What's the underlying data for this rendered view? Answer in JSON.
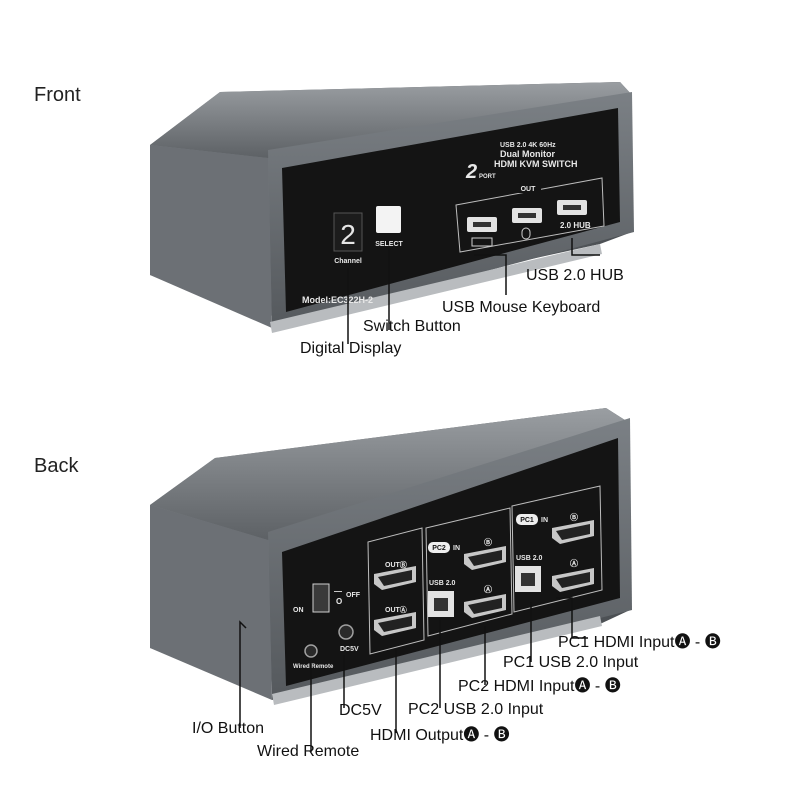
{
  "sections": {
    "front_title": "Front",
    "back_title": "Back"
  },
  "front_panel": {
    "brand_line1": "USB 2.0 4K 60Hz",
    "brand_line2": "Dual Monitor",
    "brand_line3": "HDMI KVM SWITCH",
    "port_badge": "2",
    "port_word": "PORT",
    "out_label": "OUT",
    "digit": "2",
    "channel_label": "Channel",
    "select_label": "SELECT",
    "hub_label": "2.0 HUB",
    "model": "Model:EC322H-2"
  },
  "back_panel": {
    "pc2_badge": "PC2",
    "pc1_badge": "PC1",
    "in_label": "IN",
    "usb_label": "USB 2.0",
    "out_b": "OUTⒷ",
    "out_a": "OUTⒶ",
    "port_b": "Ⓑ",
    "port_a": "Ⓐ",
    "on_label": "ON",
    "off_label": "OFF",
    "switch_on_mark": "—",
    "switch_off_mark": "O",
    "dc_label": "DC5V",
    "wired_label": "Wired Remote"
  },
  "front_callouts": {
    "usb_hub": "USB 2.0 HUB",
    "usb_mouse_keyboard": "USB Mouse Keyboard",
    "switch_button": "Switch Button",
    "digital_display": "Digital Display"
  },
  "back_callouts": {
    "pc1_hdmi": "PC1 HDMI Input🅐 - 🅑",
    "pc1_usb": "PC1 USB 2.0 Input",
    "pc2_hdmi": "PC2 HDMI Input🅐 - 🅑",
    "pc2_usb": "PC2 USB 2.0 Input",
    "dc5v": "DC5V",
    "hdmi_output": "HDMI Output🅐 - 🅑",
    "io_button": "I/O Button",
    "wired_remote": "Wired Remote"
  }
}
